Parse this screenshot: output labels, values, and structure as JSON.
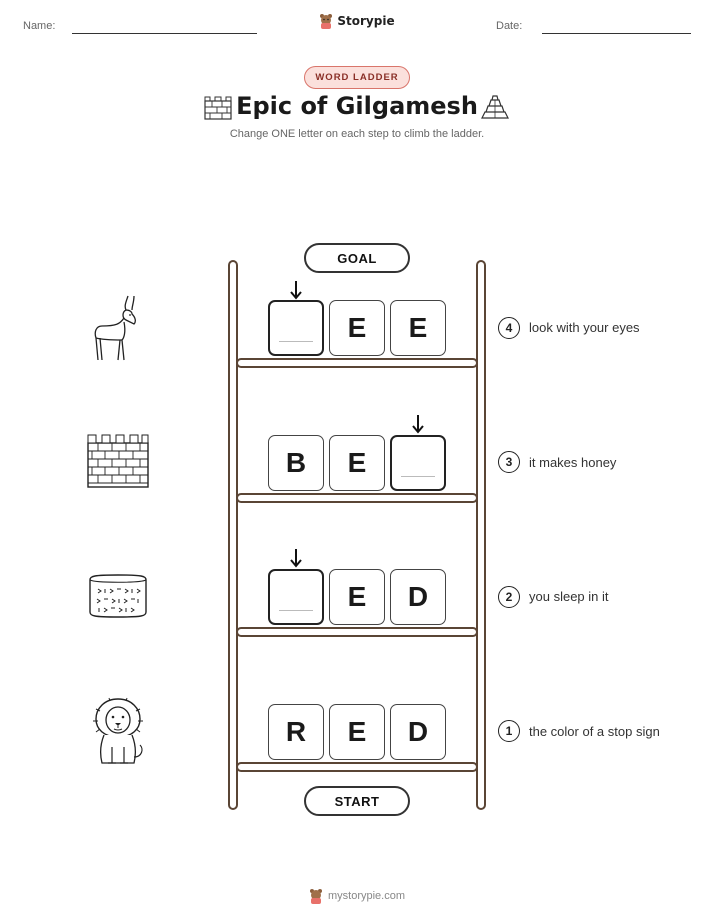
{
  "header": {
    "name_label": "Name:",
    "date_label": "Date:",
    "brand": "Storypie"
  },
  "badge": "WORD LADDER",
  "title": "Epic of Gilgamesh",
  "subtitle": "Change ONE letter on each step to climb the ladder.",
  "goal_label": "GOAL",
  "start_label": "START",
  "steps": [
    {
      "number": "4",
      "clue": "look with your eyes",
      "letters": [
        "",
        "E",
        "E"
      ],
      "picture": "gazelle-icon"
    },
    {
      "number": "3",
      "clue": "it makes honey",
      "letters": [
        "B",
        "E",
        ""
      ],
      "picture": "brick-wall-icon"
    },
    {
      "number": "2",
      "clue": "you sleep in it",
      "letters": [
        "",
        "E",
        "D"
      ],
      "picture": "cuneiform-tablet-icon"
    },
    {
      "number": "1",
      "clue": "the color of a stop sign",
      "letters": [
        "R",
        "E",
        "D"
      ],
      "picture": "lion-icon"
    }
  ],
  "footer": "mystorypie.com",
  "colors": {
    "badge_bg": "#fbe0dc",
    "badge_border": "#d9756b",
    "ladder": "#5a4535"
  }
}
